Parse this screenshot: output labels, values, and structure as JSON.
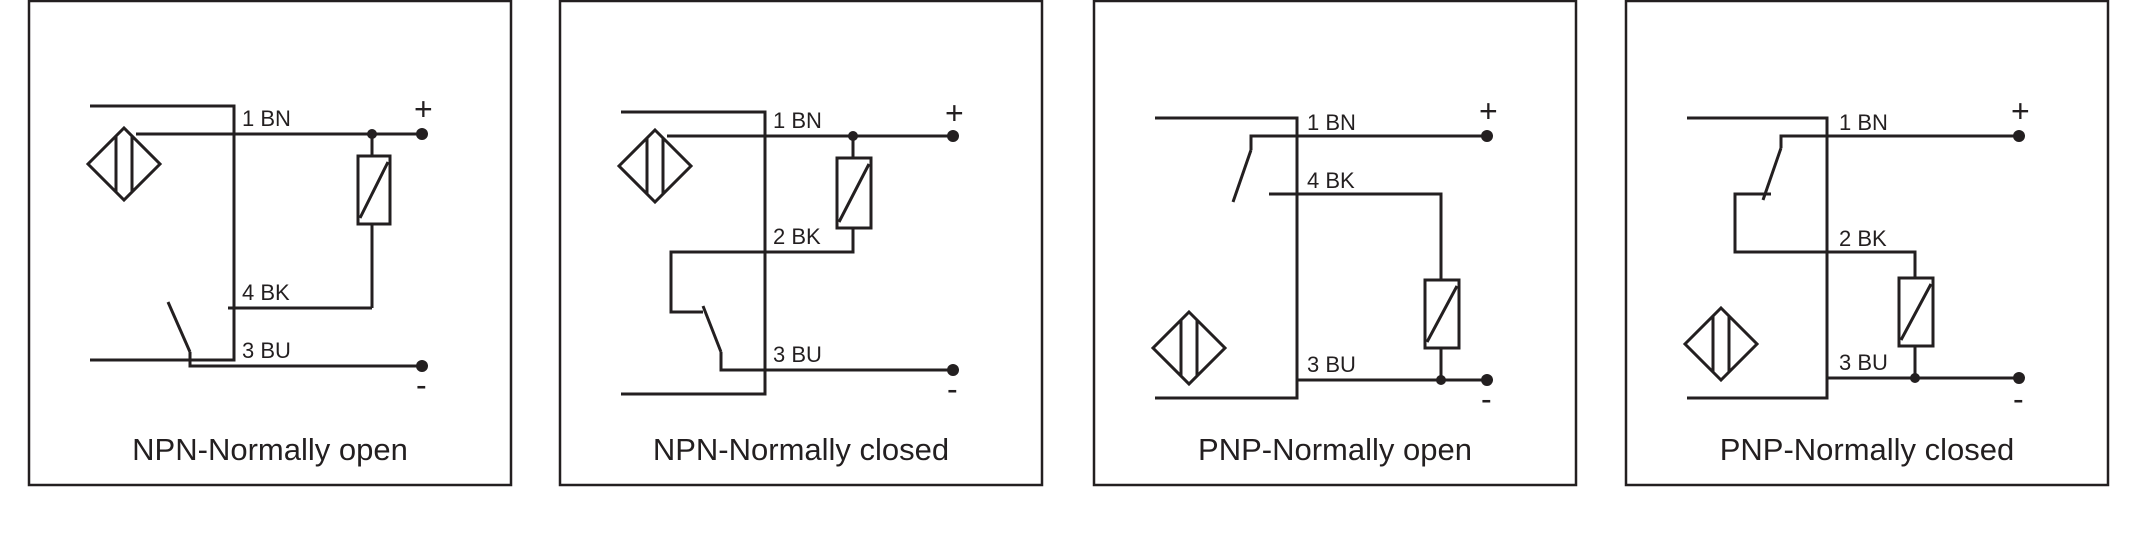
{
  "panels": [
    {
      "caption": "NPN-Normally open",
      "wires": {
        "bn": "1 BN",
        "bk": "4 BK",
        "bu": "3 BU"
      },
      "terminals": {
        "plus": "+",
        "minus": "-"
      }
    },
    {
      "caption": "NPN-Normally closed",
      "wires": {
        "bn": "1 BN",
        "bk": "2 BK",
        "bu": "3 BU"
      },
      "terminals": {
        "plus": "+",
        "minus": "-"
      }
    },
    {
      "caption": "PNP-Normally open",
      "wires": {
        "bn": "1 BN",
        "bk": "4 BK",
        "bu": "3 BU"
      },
      "terminals": {
        "plus": "+",
        "minus": "-"
      }
    },
    {
      "caption": "PNP-Normally closed",
      "wires": {
        "bn": "1 BN",
        "bk": "2 BK",
        "bu": "3 BU"
      },
      "terminals": {
        "plus": "+",
        "minus": "-"
      }
    }
  ]
}
